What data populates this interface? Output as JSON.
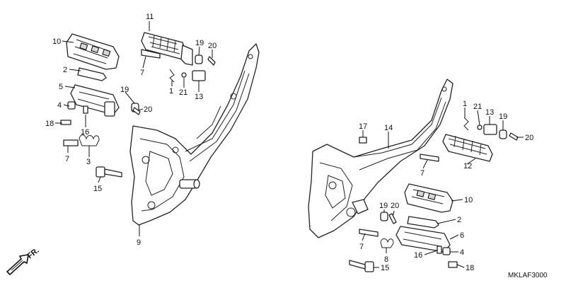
{
  "diagram": {
    "direction_label": "FR.",
    "diagram_code": "MKLAF3000",
    "callouts": [
      {
        "id": "c11a",
        "text": "11"
      },
      {
        "id": "c10a",
        "text": "10"
      },
      {
        "id": "c2a",
        "text": "2"
      },
      {
        "id": "c5",
        "text": "5"
      },
      {
        "id": "c4a",
        "text": "4"
      },
      {
        "id": "c18a",
        "text": "18"
      },
      {
        "id": "c16a",
        "text": "16"
      },
      {
        "id": "c7a",
        "text": "7"
      },
      {
        "id": "c3",
        "text": "3"
      },
      {
        "id": "c15a",
        "text": "15"
      },
      {
        "id": "c9",
        "text": "9"
      },
      {
        "id": "c7b",
        "text": "7"
      },
      {
        "id": "c19a",
        "text": "19"
      },
      {
        "id": "c20a",
        "text": "20"
      },
      {
        "id": "c1a",
        "text": "1"
      },
      {
        "id": "c21a",
        "text": "21"
      },
      {
        "id": "c13a",
        "text": "13"
      },
      {
        "id": "c19b",
        "text": "19"
      },
      {
        "id": "c20b",
        "text": "20"
      },
      {
        "id": "c17",
        "text": "17"
      },
      {
        "id": "c14",
        "text": "14"
      },
      {
        "id": "c1b",
        "text": "1"
      },
      {
        "id": "c21b",
        "text": "21"
      },
      {
        "id": "c13b",
        "text": "13"
      },
      {
        "id": "c19c",
        "text": "19"
      },
      {
        "id": "c20c",
        "text": "20"
      },
      {
        "id": "c7c",
        "text": "7"
      },
      {
        "id": "c12",
        "text": "12"
      },
      {
        "id": "c10b",
        "text": "10"
      },
      {
        "id": "c2b",
        "text": "2"
      },
      {
        "id": "c19d",
        "text": "19"
      },
      {
        "id": "c20d",
        "text": "20"
      },
      {
        "id": "c6",
        "text": "6"
      },
      {
        "id": "c7d",
        "text": "7"
      },
      {
        "id": "c8",
        "text": "8"
      },
      {
        "id": "c16b",
        "text": "16"
      },
      {
        "id": "c4b",
        "text": "4"
      },
      {
        "id": "c15b",
        "text": "15"
      },
      {
        "id": "c18b",
        "text": "18"
      }
    ]
  }
}
